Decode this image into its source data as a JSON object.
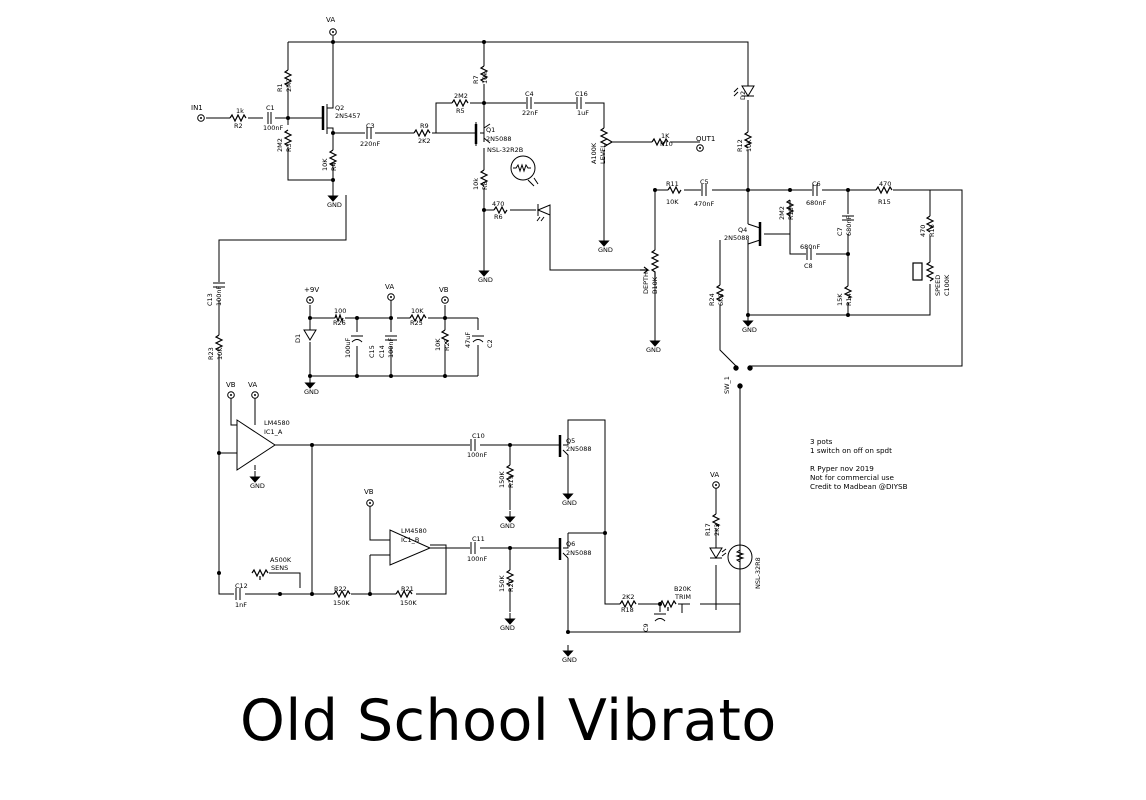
{
  "title": "Old School Vibrato",
  "notes": [
    "3 pots",
    "1 switch on off on spdt",
    "",
    "R Pyper nov 2019",
    "Not for commercial use",
    "Credit to Madbean @DIYSB"
  ],
  "nets": [
    "VA",
    "VB",
    "+9V",
    "GND",
    "IN1",
    "OUT1"
  ],
  "components": {
    "R2": "R2",
    "R2v": "1k",
    "C1": "C1",
    "C1v": "100nF",
    "R1": "R1",
    "R1v": "2M2",
    "R3": "R3",
    "R3v": "2M2",
    "Q2": "Q2",
    "Q2v": "2N5457",
    "R4": "R4",
    "R4v": "10K",
    "C3": "C3",
    "C3v": "220nF",
    "R9": "R9",
    "R9v": "2K2",
    "R7": "R7",
    "R7v": "10k",
    "R5": "R5",
    "R5v": "2M2",
    "C4": "C4",
    "C4v": "22nF",
    "C16": "C16",
    "C16v": "1uF",
    "Q1": "Q1",
    "Q1v": "2N5088",
    "LDR1": "NSL-32R2B",
    "R8": "R8",
    "R8v": "10k",
    "R6": "R6",
    "R6v": "470",
    "LEVEL": "LEVEL",
    "LEVELv": "A100K",
    "R10": "R10",
    "R10v": "1K",
    "D2": "D2",
    "R12": "R12",
    "R12v": "10K",
    "R11": "R11",
    "R11v": "10K",
    "C5": "C5",
    "C5v": "470nF",
    "C6": "C6",
    "C6v": "680nF",
    "R15": "R15",
    "R15v": "470",
    "R13": "R13",
    "R13v": "2M2",
    "Q4": "Q4",
    "Q4v": "2N5088",
    "C7": "C7",
    "C7v": "680nF",
    "C8": "C8",
    "C8v": "680nF",
    "R16": "R16",
    "R16v": "470",
    "SPEED": "SPEED",
    "SPEEDv": "C100K",
    "R14": "R14",
    "R14v": "15K",
    "R24": "R24",
    "R24v": "6K8",
    "DEPTH": "DEPTH",
    "DEPTHv": "B10K",
    "SW1": "SW_1",
    "C13": "C13",
    "C13v": "100nF",
    "R23": "R23",
    "R23v": "10K",
    "R26": "R26",
    "R26v": "100",
    "D1": "D1",
    "C15": "C15",
    "C15v": "100uF",
    "C14": "C14",
    "C14v": "100nF",
    "R25": "R25",
    "R25v": "10K",
    "R27": "R27",
    "R27v": "10K",
    "C2": "C2",
    "C2v": "47uF",
    "IC1A": "IC1_A",
    "IC1Av": "LM4580",
    "IC1B": "IC1_B",
    "IC1Bv": "LM4580",
    "C10": "C10",
    "C10v": "100nF",
    "R19": "R19",
    "R19v": "150K",
    "Q5": "Q5",
    "Q5v": "2N5088",
    "C11": "C11",
    "C11v": "100nF",
    "R20": "R20",
    "R20v": "150K",
    "Q6": "Q6",
    "Q6v": "2N5088",
    "SENS": "SENS",
    "SENSv": "A500K",
    "C12": "C12",
    "C12v": "1nF",
    "R22": "R22",
    "R22v": "150K",
    "R21": "R21",
    "R21v": "150K",
    "R18": "R18",
    "R18v": "2K2",
    "C9": "C9",
    "TRIM": "TRIM",
    "TRIMv": "B20K",
    "R17": "R17",
    "R17v": "2K2",
    "LDR2": "NSL-32R8"
  }
}
